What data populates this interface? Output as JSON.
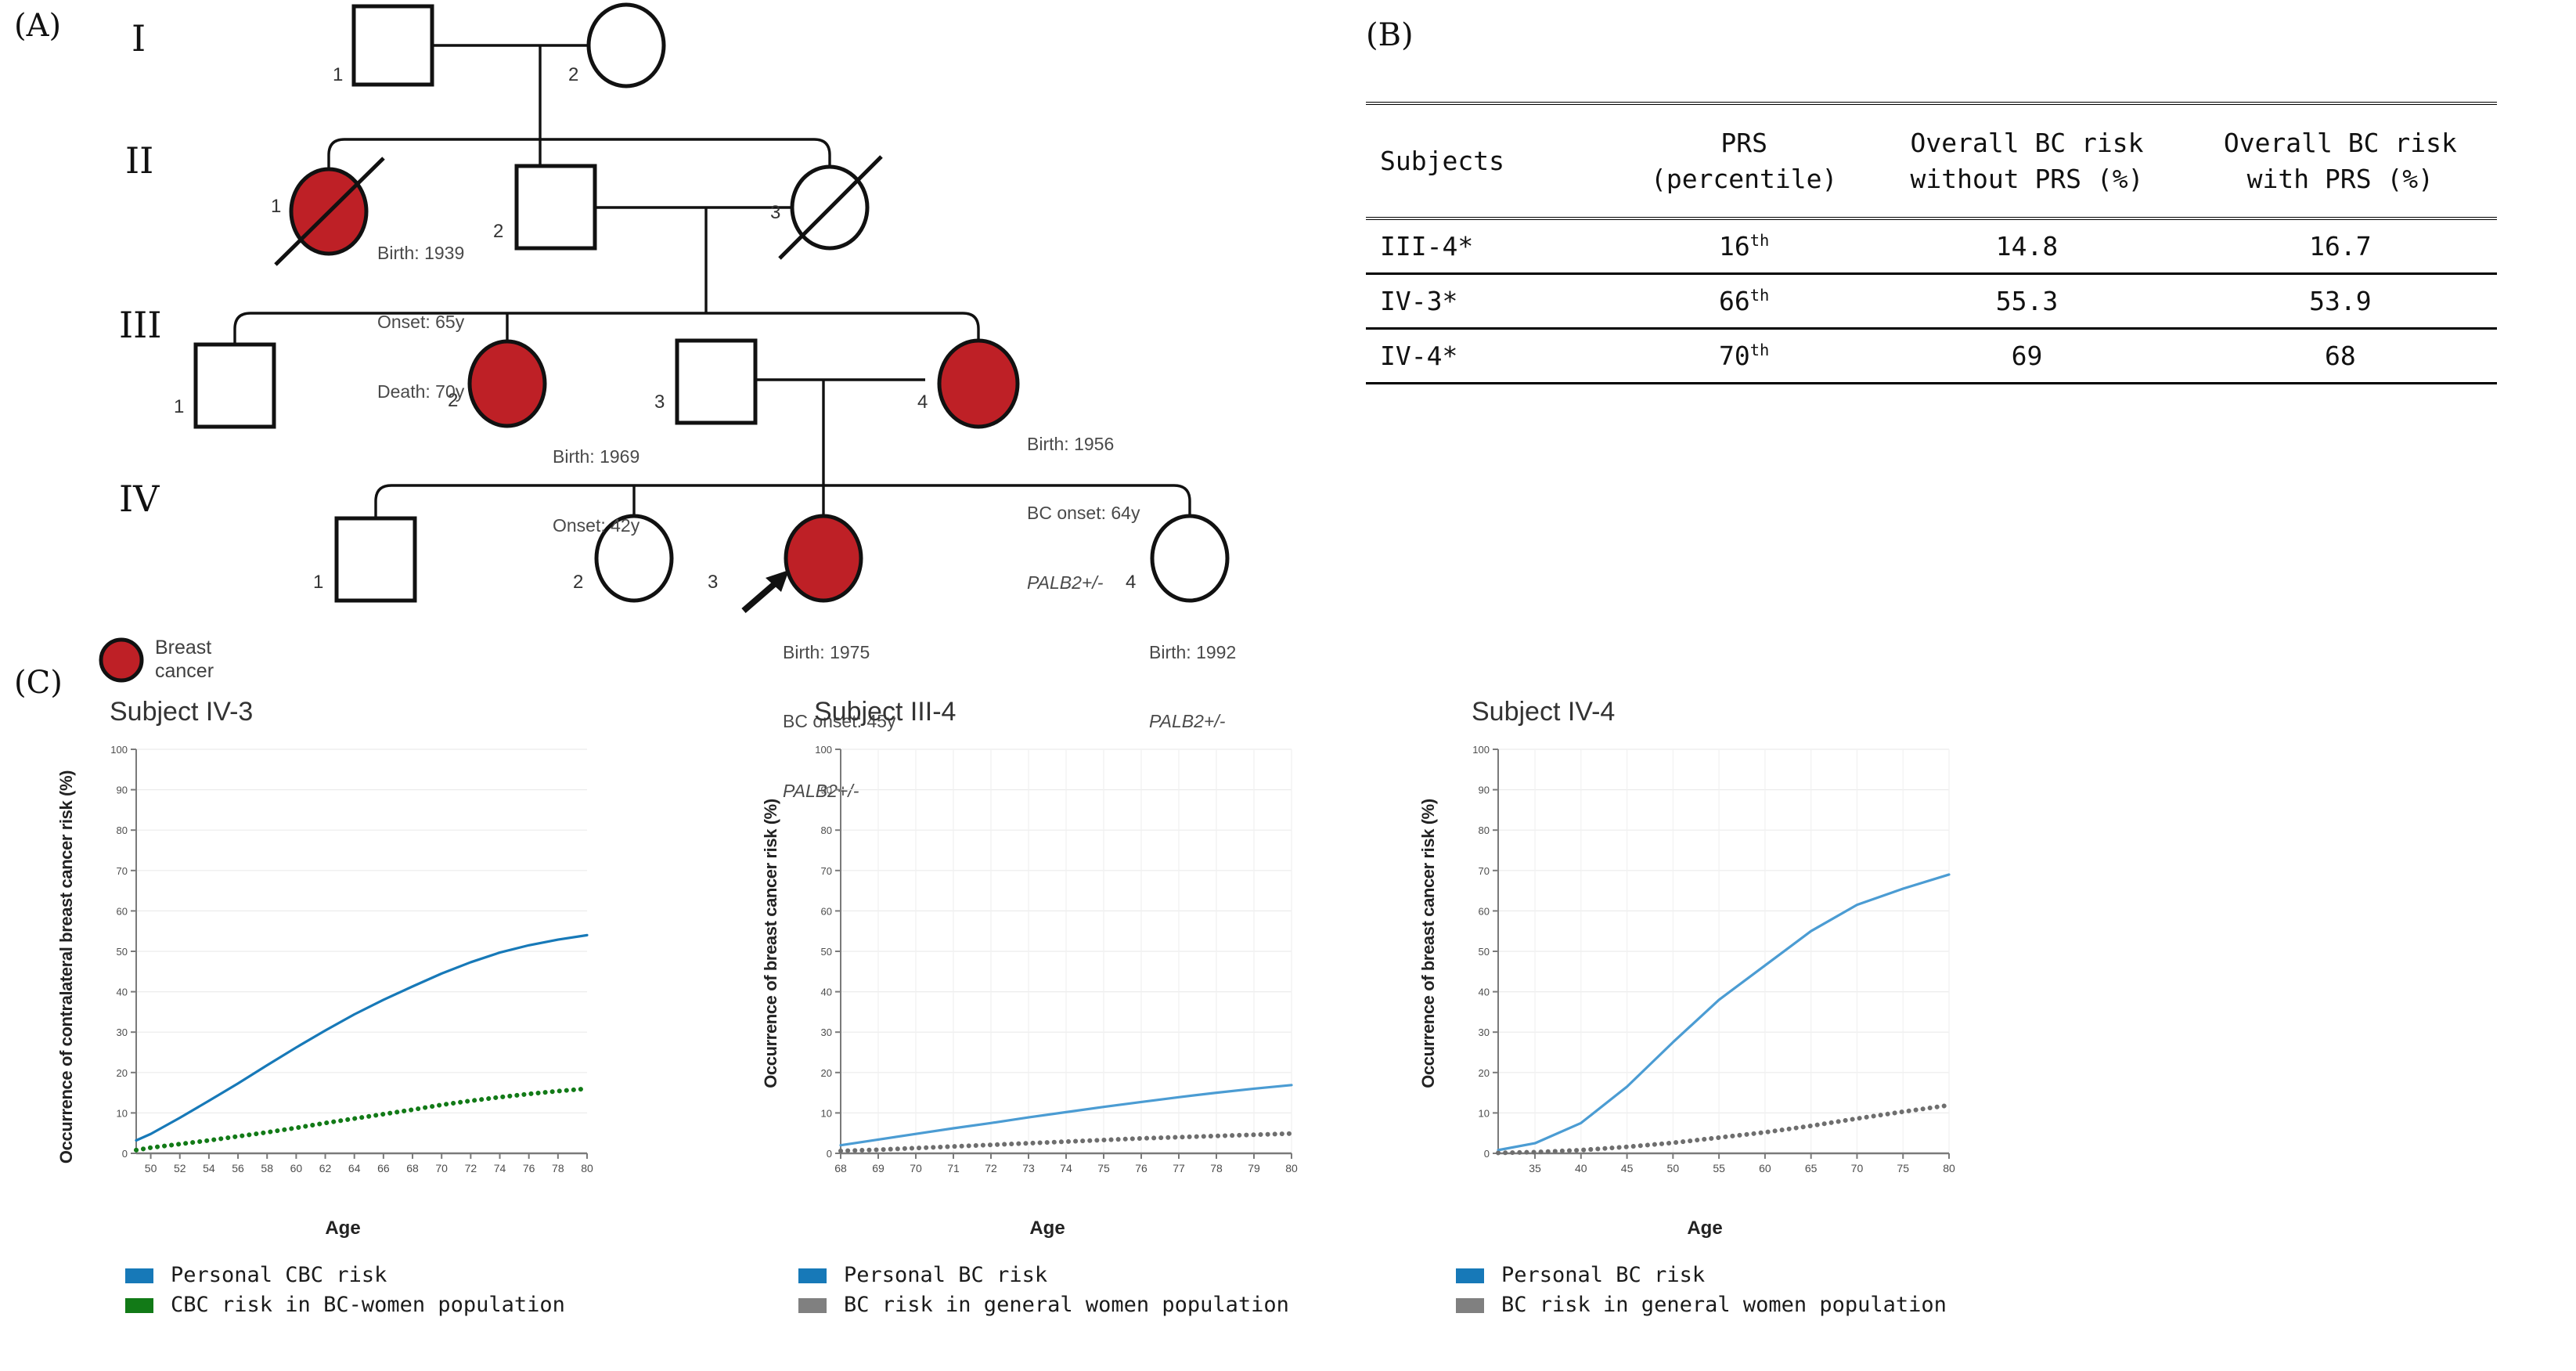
{
  "panels": {
    "a_label": "(A)",
    "b_label": "(B)",
    "c_label": "(C)"
  },
  "pedigree": {
    "generations": [
      "I",
      "II",
      "III",
      "IV"
    ],
    "colors": {
      "affected": "#BE2026",
      "stroke": "#000000"
    },
    "key": {
      "symbol": "filled-circle",
      "line1": "Breast",
      "line2": "cancer"
    },
    "individuals": [
      {
        "id": "I-1",
        "number": "1",
        "sex": "male",
        "affected": false,
        "deceased": false,
        "info": []
      },
      {
        "id": "I-2",
        "number": "2",
        "sex": "female",
        "affected": false,
        "deceased": false,
        "info": []
      },
      {
        "id": "II-1",
        "number": "1",
        "sex": "female",
        "affected": true,
        "deceased": true,
        "info": [
          "Birth: 1939",
          "Onset: 65y",
          "Death: 70y"
        ]
      },
      {
        "id": "II-2",
        "number": "2",
        "sex": "male",
        "affected": false,
        "deceased": false,
        "info": []
      },
      {
        "id": "II-3",
        "number": "3",
        "sex": "female",
        "affected": false,
        "deceased": true,
        "info": []
      },
      {
        "id": "III-1",
        "number": "1",
        "sex": "male",
        "affected": false,
        "deceased": false,
        "info": []
      },
      {
        "id": "III-2",
        "number": "2",
        "sex": "female",
        "affected": true,
        "deceased": false,
        "info": [
          "Birth: 1969",
          "Onset: 42y"
        ]
      },
      {
        "id": "III-3",
        "number": "3",
        "sex": "male",
        "affected": false,
        "deceased": false,
        "info": []
      },
      {
        "id": "III-4",
        "number": "4",
        "sex": "female",
        "affected": true,
        "deceased": false,
        "info": [
          "Birth: 1956",
          "BC onset: 64y"
        ],
        "genotype": "PALB2+/-"
      },
      {
        "id": "IV-1",
        "number": "1",
        "sex": "male",
        "affected": false,
        "deceased": false,
        "info": []
      },
      {
        "id": "IV-2",
        "number": "2",
        "sex": "female",
        "affected": false,
        "deceased": false,
        "info": []
      },
      {
        "id": "IV-3",
        "number": "3",
        "sex": "female",
        "affected": true,
        "deceased": false,
        "proband": true,
        "info": [
          "Birth: 1975",
          "BC onset: 45y"
        ],
        "genotype": "PALB2+/-"
      },
      {
        "id": "IV-4",
        "number": "4",
        "sex": "female",
        "affected": false,
        "deceased": false,
        "info": [
          "Birth: 1992"
        ],
        "genotype": "PALB2+/-"
      }
    ]
  },
  "table": {
    "headers": [
      "Subjects",
      "PRS\n(percentile)",
      "Overall BC risk\nwithout PRS (%)",
      "Overall BC risk\nwith PRS (%)"
    ],
    "header_parts": {
      "c0": "Subjects",
      "c1_l1": "PRS",
      "c1_l2": "(percentile)",
      "c2_l1": "Overall BC risk",
      "c2_l2": "without PRS (%)",
      "c3_l1": "Overall BC risk",
      "c3_l2": "with PRS (%)"
    },
    "rows": [
      {
        "subject": "III-4*",
        "bold": false,
        "prs_value": "16",
        "prs_sup": "th",
        "without_prs": "14.8",
        "with_prs": "16.7"
      },
      {
        "subject": "IV-3*",
        "bold": true,
        "prs_value": "66",
        "prs_sup": "th",
        "without_prs": "55.3",
        "with_prs": "53.9"
      },
      {
        "subject": "IV-4*",
        "bold": false,
        "prs_value": "70",
        "prs_sup": "th",
        "without_prs": "69",
        "with_prs": "68"
      }
    ]
  },
  "chart_data": [
    {
      "type": "line",
      "title": "Subject IV-3",
      "xlabel": "Age",
      "ylabel": "Occurrence of contralateral breast cancer risk (%)",
      "xlim": [
        49,
        80
      ],
      "ylim": [
        0,
        100
      ],
      "xticks": [
        50,
        52,
        54,
        56,
        58,
        60,
        62,
        64,
        66,
        68,
        70,
        72,
        74,
        76,
        78,
        80
      ],
      "yticks": [
        0,
        10,
        20,
        30,
        40,
        50,
        60,
        70,
        80,
        90,
        100
      ],
      "grid": true,
      "legend_position": "below",
      "series": [
        {
          "name": "Personal CBC risk",
          "color": "#1779B8",
          "style": "solid",
          "x": [
            49,
            50,
            52,
            54,
            56,
            58,
            60,
            62,
            64,
            66,
            68,
            70,
            72,
            74,
            76,
            78,
            80
          ],
          "values": [
            3.2,
            4.8,
            8.8,
            13.0,
            17.3,
            21.8,
            26.2,
            30.4,
            34.4,
            38.0,
            41.3,
            44.5,
            47.3,
            49.7,
            51.5,
            52.9,
            54.0
          ]
        },
        {
          "name": "CBC risk in BC-women population",
          "color": "#127A17",
          "style": "dotted",
          "x": [
            49,
            50,
            52,
            54,
            56,
            58,
            60,
            62,
            64,
            66,
            68,
            70,
            72,
            74,
            76,
            78,
            80
          ],
          "values": [
            0.8,
            1.4,
            2.3,
            3.2,
            4.2,
            5.2,
            6.3,
            7.5,
            8.6,
            9.7,
            10.8,
            12.0,
            13.0,
            13.9,
            14.7,
            15.4,
            16.0
          ]
        }
      ]
    },
    {
      "type": "line",
      "title": "Subject III-4",
      "xlabel": "Age",
      "ylabel": "Occurrence of breast cancer risk (%)",
      "xlim": [
        68,
        80
      ],
      "ylim": [
        0,
        100
      ],
      "xticks": [
        68,
        69,
        70,
        71,
        72,
        73,
        74,
        75,
        76,
        77,
        78,
        79,
        80
      ],
      "yticks": [
        0,
        10,
        20,
        30,
        40,
        50,
        60,
        70,
        80,
        90,
        100
      ],
      "grid": true,
      "legend_position": "below",
      "series": [
        {
          "name": "Personal BC risk",
          "color": "#4B9CD3",
          "style": "solid",
          "x": [
            68,
            69,
            70,
            71,
            72,
            73,
            74,
            75,
            76,
            77,
            78,
            79,
            80
          ],
          "values": [
            2.0,
            3.4,
            4.8,
            6.2,
            7.5,
            8.9,
            10.2,
            11.5,
            12.7,
            13.9,
            15.0,
            16.0,
            16.9
          ]
        },
        {
          "name": "BC risk in general women population",
          "color": "#6E6E6E",
          "style": "dotted",
          "x": [
            68,
            69,
            70,
            71,
            72,
            73,
            74,
            75,
            76,
            77,
            78,
            79,
            80
          ],
          "values": [
            0.6,
            0.9,
            1.3,
            1.7,
            2.1,
            2.5,
            2.9,
            3.3,
            3.7,
            4.0,
            4.3,
            4.6,
            4.9
          ]
        }
      ]
    },
    {
      "type": "line",
      "title": "Subject IV-4",
      "xlabel": "Age",
      "ylabel": "Occurrence of breast cancer risk (%)",
      "xlim": [
        31,
        80
      ],
      "ylim": [
        0,
        100
      ],
      "xticks": [
        35,
        40,
        45,
        50,
        55,
        60,
        65,
        70,
        75,
        80
      ],
      "yticks": [
        0,
        10,
        20,
        30,
        40,
        50,
        60,
        70,
        80,
        90,
        100
      ],
      "grid": true,
      "legend_position": "below",
      "series": [
        {
          "name": "Personal BC risk",
          "color": "#4B9CD3",
          "style": "solid",
          "x": [
            31,
            35,
            40,
            45,
            50,
            55,
            60,
            65,
            70,
            75,
            80
          ],
          "values": [
            0.8,
            2.5,
            7.5,
            16.5,
            27.5,
            38.0,
            46.5,
            55.0,
            61.5,
            65.5,
            69.0
          ]
        },
        {
          "name": "BC risk in general women population",
          "color": "#6E6E6E",
          "style": "dotted",
          "x": [
            31,
            35,
            40,
            45,
            50,
            55,
            60,
            65,
            70,
            75,
            80
          ],
          "values": [
            0.1,
            0.3,
            0.8,
            1.6,
            2.6,
            3.9,
            5.2,
            6.8,
            8.6,
            10.3,
            11.9
          ]
        }
      ]
    }
  ],
  "legends": [
    {
      "entries": [
        {
          "label": "Personal CBC risk",
          "color": "#1779B8"
        },
        {
          "label": "CBC risk in BC-women population",
          "color": "#127A17"
        }
      ]
    },
    {
      "entries": [
        {
          "label": "Personal BC risk",
          "color": "#1779B8"
        },
        {
          "label": "BC risk in general women population",
          "color": "#808080"
        }
      ]
    },
    {
      "entries": [
        {
          "label": "Personal BC risk",
          "color": "#1779B8"
        },
        {
          "label": "BC risk in general women population",
          "color": "#808080"
        }
      ]
    }
  ]
}
